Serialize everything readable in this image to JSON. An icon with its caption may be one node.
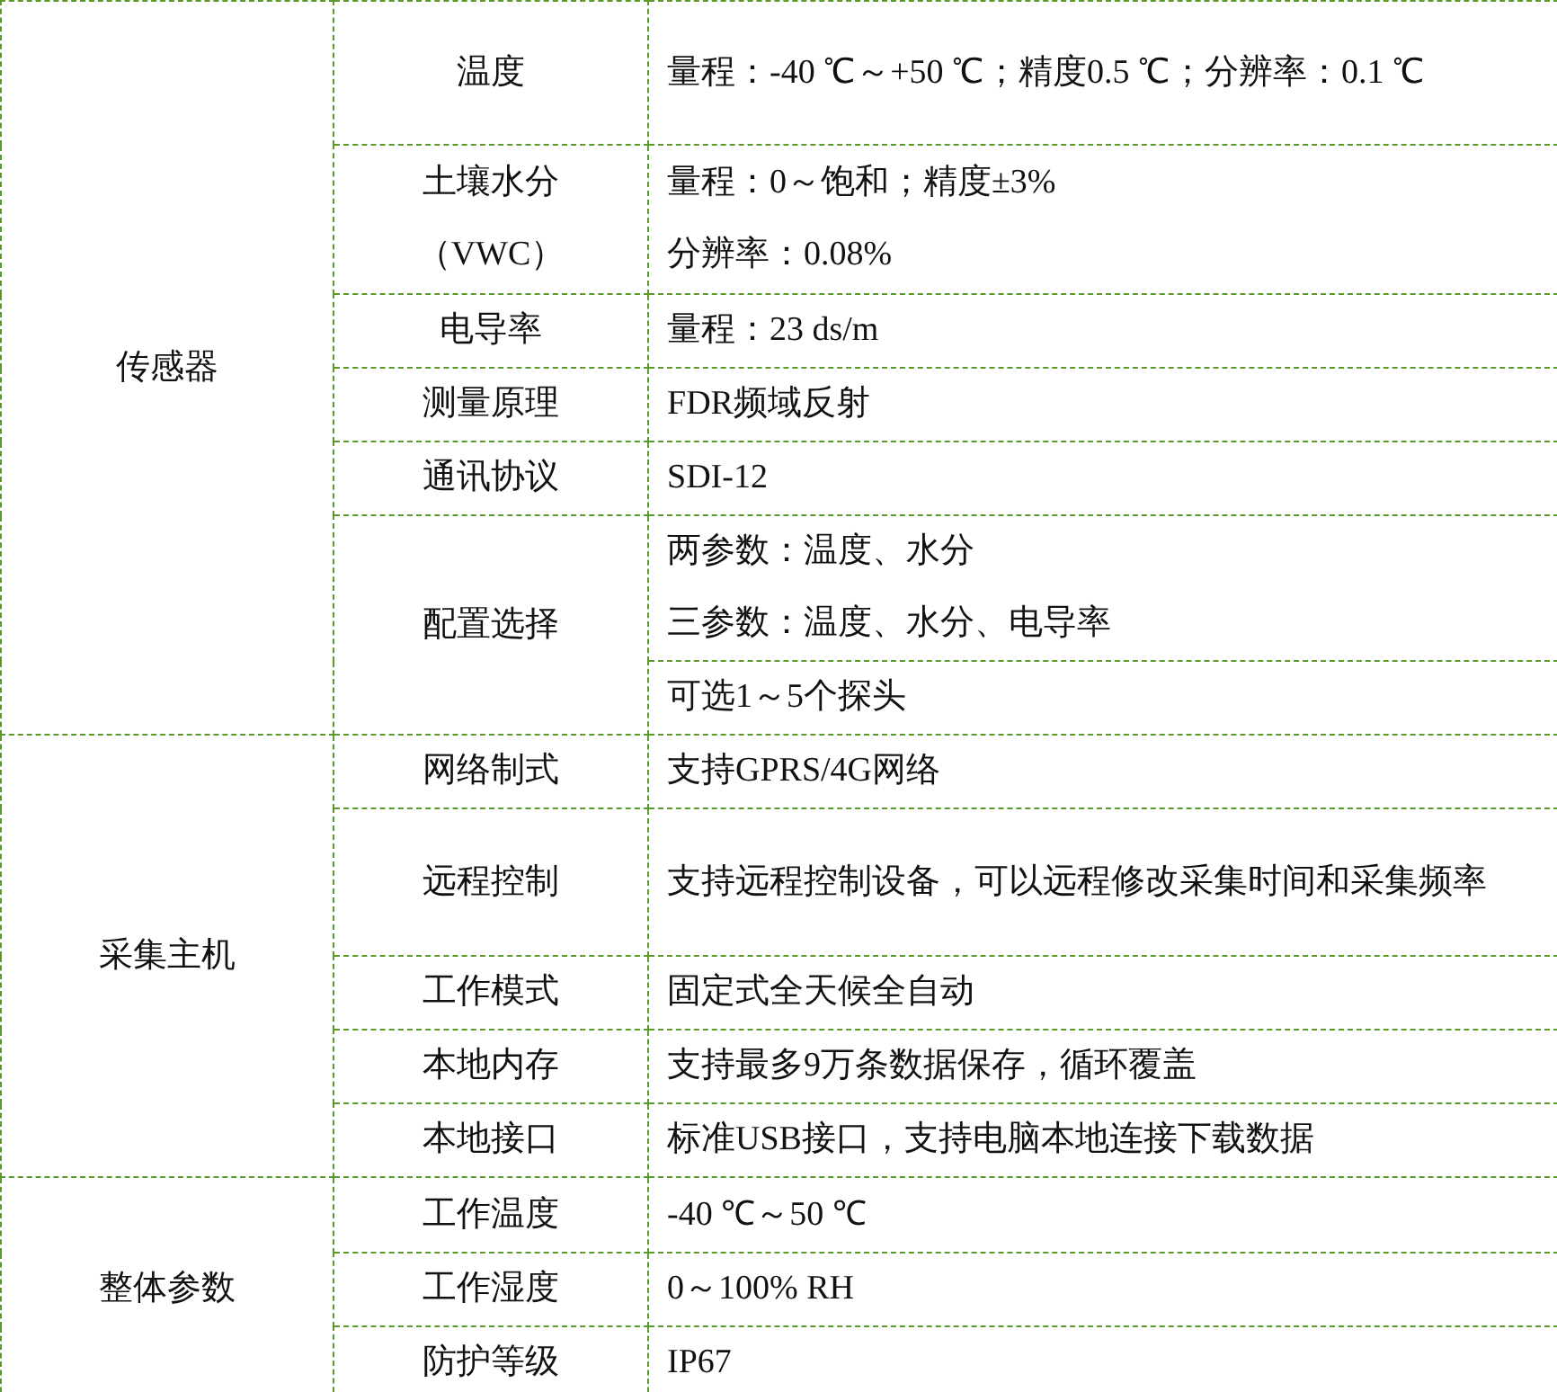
{
  "diagram": {
    "labels": [
      "传感器",
      "温度",
      "量程：-40 ℃～+50 ℃；精度0.5 ℃；分辨率：0.1 ℃",
      "土壤水分（VWC）",
      "量程：0～饱和；精度±3%",
      "分辨率：0.08%",
      "电导率",
      "量程：23 ds/m",
      "测量原理",
      "FDR频域反射",
      "通讯协议",
      "SDI-12",
      "配置选择",
      "两参数：温度、水分",
      "三参数：温度、水分、电导率",
      "可选1～5个探头",
      "采集主机",
      "网络制式",
      "支持GPRS/4G网络",
      "远程控制",
      "支持远程控制设备，可以远程修改采集时间和采集频率",
      "工作模式",
      "固定式全天候全自动",
      "本地内存",
      "支持最多9万条数据保存，循环覆盖",
      "本地接口",
      "标准USB接口，支持电脑本地连接下载数据",
      "整体参数",
      "工作温度",
      "-40 ℃～50 ℃",
      "工作湿度",
      "0～100% RH",
      "防护等级",
      "IP67"
    ]
  }
}
